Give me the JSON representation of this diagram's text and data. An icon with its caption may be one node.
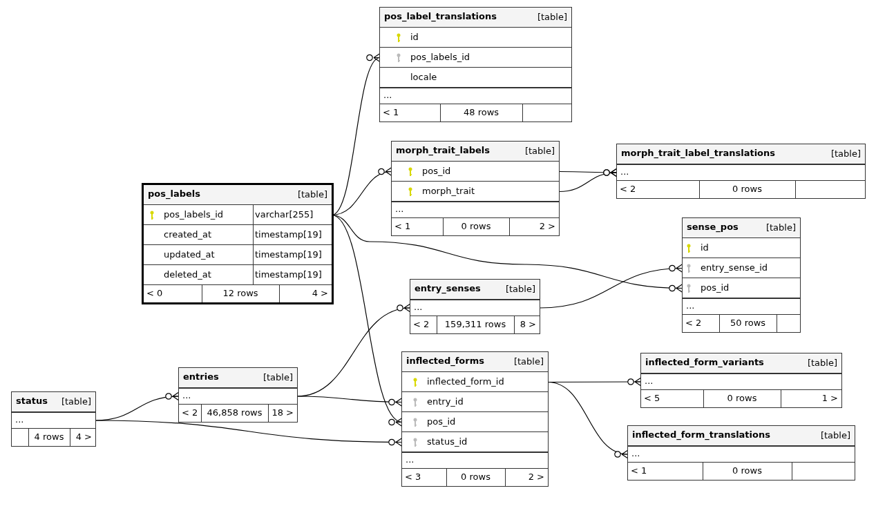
{
  "diagram": {
    "nodes": [
      {
        "text": [
          "pos_label_translations",
          "[table]"
        ]
      },
      {
        "text": [
          "id"
        ],
        "in": 0
      },
      {
        "text": [
          "pos_labels_id"
        ],
        "in": 0
      },
      {
        "text": [
          "locale"
        ],
        "in": 0
      },
      {
        "text": [
          "..."
        ],
        "in": 0
      },
      {
        "text": [
          "< 1",
          "48 rows"
        ],
        "in": 0
      },
      {
        "text": [
          "morph_trait_labels",
          "[table]"
        ]
      },
      {
        "text": [
          "pos_id"
        ],
        "in": 6
      },
      {
        "text": [
          "morph_trait"
        ],
        "in": 6
      },
      {
        "text": [
          "..."
        ],
        "in": 6
      },
      {
        "text": [
          "< 1",
          "0 rows",
          "2 >"
        ],
        "in": 6
      },
      {
        "text": [
          "morph_trait_label_translations",
          "[table]"
        ]
      },
      {
        "text": [
          "..."
        ],
        "in": 11
      },
      {
        "text": [
          "< 2",
          "0 rows"
        ],
        "in": 11
      },
      {
        "text": [
          "pos_labels",
          "[table]"
        ]
      },
      {
        "text": [
          "pos_labels_id",
          "varchar[255]"
        ],
        "in": 14
      },
      {
        "text": [
          "created_at",
          "timestamp[19]"
        ],
        "in": 14
      },
      {
        "text": [
          "updated_at",
          "timestamp[19]"
        ],
        "in": 14
      },
      {
        "text": [
          "deleted_at",
          "timestamp[19]"
        ],
        "in": 14
      },
      {
        "text": [
          "< 0",
          "12 rows",
          "4 >"
        ],
        "in": 14
      },
      {
        "text": [
          "sense_pos",
          "[table]"
        ]
      },
      {
        "text": [
          "id"
        ],
        "in": 20
      },
      {
        "text": [
          "entry_sense_id"
        ],
        "in": 20
      },
      {
        "text": [
          "pos_id"
        ],
        "in": 20
      },
      {
        "text": [
          "..."
        ],
        "in": 20
      },
      {
        "text": [
          "< 2",
          "50 rows"
        ],
        "in": 20
      },
      {
        "text": [
          "entry_senses",
          "[table]"
        ]
      },
      {
        "text": [
          "..."
        ],
        "in": 26
      },
      {
        "text": [
          "< 2",
          "159,311 rows",
          "8 >"
        ],
        "in": 26
      },
      {
        "text": [
          "inflected_forms",
          "[table]"
        ]
      },
      {
        "text": [
          "inflected_form_id"
        ],
        "in": 29
      },
      {
        "text": [
          "entry_id"
        ],
        "in": 29
      },
      {
        "text": [
          "pos_id"
        ],
        "in": 29
      },
      {
        "text": [
          "status_id"
        ],
        "in": 29
      },
      {
        "text": [
          "..."
        ],
        "in": 29
      },
      {
        "text": [
          "< 3",
          "0 rows",
          "2 >"
        ],
        "in": 29
      },
      {
        "text": [
          "inflected_form_variants",
          "[table]"
        ]
      },
      {
        "text": [
          "..."
        ],
        "in": 36
      },
      {
        "text": [
          "< 5",
          "0 rows",
          "1 >"
        ],
        "in": 36
      },
      {
        "text": [
          "entries",
          "[table]"
        ]
      },
      {
        "text": [
          "..."
        ],
        "in": 39
      },
      {
        "text": [
          "< 2",
          "46,858 rows",
          "18 >"
        ],
        "in": 39
      },
      {
        "text": [
          "status",
          "[table]"
        ]
      },
      {
        "text": [
          "..."
        ],
        "in": 42
      },
      {
        "text": [
          "4 rows",
          "4 >"
        ],
        "in": 42
      },
      {
        "text": [
          "inflected_form_translations",
          "[table]"
        ]
      },
      {
        "text": [
          "..."
        ],
        "in": 45
      },
      {
        "text": [
          "< 1",
          "0 rows"
        ],
        "in": 45
      }
    ],
    "edges": [
      {
        "from": 15,
        "to": 2,
        "arrow": "other"
      },
      {
        "from": 15,
        "to": 7,
        "arrow": "other"
      },
      {
        "from": 15,
        "to": 23,
        "arrow": "other"
      },
      {
        "from": 15,
        "to": 32,
        "arrow": "other"
      },
      {
        "from": 7,
        "to": 12,
        "arrow": "other"
      },
      {
        "from": 8,
        "to": 12,
        "arrow": "other"
      },
      {
        "from": 27,
        "to": 22,
        "arrow": "other"
      },
      {
        "from": 40,
        "to": 27,
        "arrow": "other"
      },
      {
        "from": 40,
        "to": 31,
        "arrow": "other"
      },
      {
        "from": 43,
        "to": 40,
        "arrow": "other"
      },
      {
        "from": 43,
        "to": 33,
        "arrow": "other"
      },
      {
        "from": 30,
        "to": 37,
        "arrow": "other"
      },
      {
        "from": 30,
        "to": 46,
        "arrow": "other"
      }
    ]
  }
}
